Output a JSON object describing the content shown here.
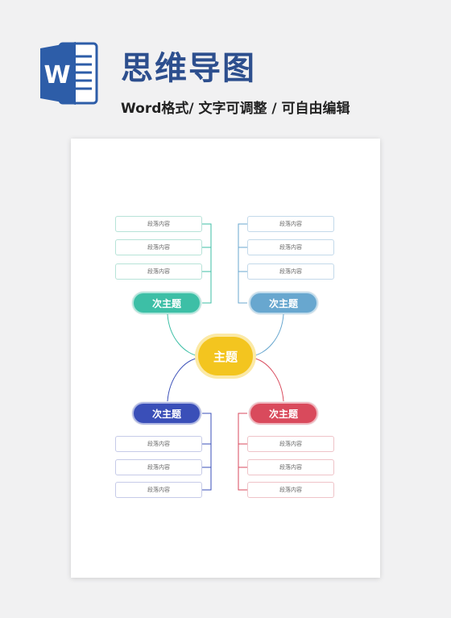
{
  "header": {
    "logo_letter": "W",
    "title": "思维导图",
    "subtitle": "Word格式/ 文字可调整 / 可自由编辑"
  },
  "mindmap": {
    "main_topic": "主题",
    "branches": [
      {
        "label": "次主题",
        "color": "#3dbfa6",
        "leaves": [
          "段落内容",
          "段落内容",
          "段落内容"
        ]
      },
      {
        "label": "次主题",
        "color": "#68a7cf",
        "leaves": [
          "段落内容",
          "段落内容",
          "段落内容"
        ]
      },
      {
        "label": "次主题",
        "color": "#3a4fb8",
        "leaves": [
          "段落内容",
          "段落内容",
          "段落内容"
        ]
      },
      {
        "label": "次主题",
        "color": "#d94a5c",
        "leaves": [
          "段落内容",
          "段落内容",
          "段落内容"
        ]
      }
    ]
  },
  "colors": {
    "brand_blue": "#2d4f8e",
    "main_yellow": "#f3c51f"
  }
}
